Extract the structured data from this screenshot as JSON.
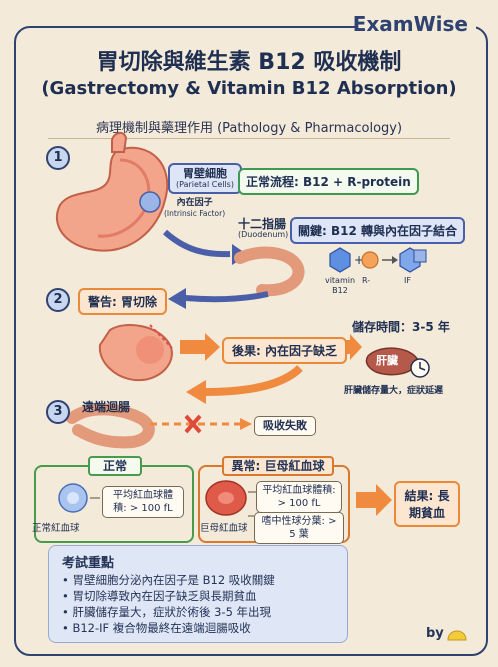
{
  "brand": "ExamWise",
  "title_zh": "胃切除與維生素 B12 吸收機制",
  "title_en": "(Gastrectomy & Vitamin B12 Absorption)",
  "subtitle": "病理機制與藥理作用 (Pathology & Pharmacology)",
  "steps": [
    "1",
    "2",
    "3"
  ],
  "step1": {
    "parietal_cells": "胃壁細胞",
    "parietal_cells_en": "(Parietal Cells)",
    "intrinsic_factor": "內在因子",
    "intrinsic_factor_en": "(Intrinsic Factor)",
    "normal_flow": "正常流程: B12 + R-protein",
    "duodenum": "十二指腸",
    "duodenum_en": "(Duodenum)",
    "key": "關鍵: B12 轉與內在因子結合",
    "legend_b12": "vitamin B12",
    "legend_r": "R-",
    "legend_if": "IF"
  },
  "step2": {
    "warning": "警告: 胃切除",
    "consequence": "後果: 內在因子缺乏",
    "storage_time": "儲存時間：3-5 年",
    "liver": "肝臟",
    "liver_note": "肝臟儲存量大，症狀延遲"
  },
  "step3": {
    "distal_ileum": "遠端迴腸",
    "absorption_fail": "吸收失敗"
  },
  "normal_panel": {
    "tag": "正常",
    "mcv": "平均紅血球體積: > 100 fL",
    "rbc_label": "正常紅血球"
  },
  "abnormal_panel": {
    "tag": "異常: 巨母紅血球",
    "mcv": "平均紅血球體積: > 100 fL",
    "rbc_label": "巨母紅血球",
    "neutrophil": "嗜中性球分葉: > 5 葉"
  },
  "result": "結果: 長期貧血",
  "exam": {
    "title": "考試重點",
    "points": [
      "胃壁細胞分泌內在因子是 B12 吸收關鍵",
      "胃切除導致內在因子缺乏與長期貧血",
      "肝臟儲存量大，症狀於術後 3-5 年出現",
      "B12-IF 複合物最終在遠端迴腸吸收"
    ]
  },
  "by": "by",
  "colors": {
    "navy": "#2f4270",
    "green": "#3e9a52",
    "orange": "#e88a3a",
    "blue_box": "#dde5f7",
    "background": "#f3ead9"
  }
}
